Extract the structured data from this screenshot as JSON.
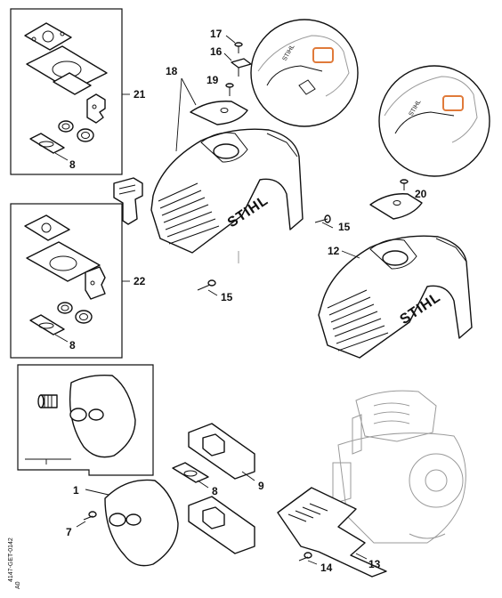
{
  "callouts": {
    "c1": "1",
    "c7": "7",
    "c8a": "8",
    "c8b": "8",
    "c8c": "8",
    "c9": "9",
    "c12": "12",
    "c13": "13",
    "c14": "14",
    "c15a": "15",
    "c15b": "15",
    "c16": "16",
    "c17": "17",
    "c18": "18",
    "c19": "19",
    "c20": "20",
    "c21": "21",
    "c22": "22"
  },
  "brand": {
    "cover_upper": "STIHL",
    "cover_lower": "STIHL",
    "zoom_a": "STIHL",
    "zoom_b": "STIHL"
  },
  "drawing_code": [
    "4147-GET-0142",
    "A0"
  ],
  "colors": {
    "highlight": "#e07a3a",
    "line": "#111111",
    "ghost": "#9a9a9a"
  }
}
